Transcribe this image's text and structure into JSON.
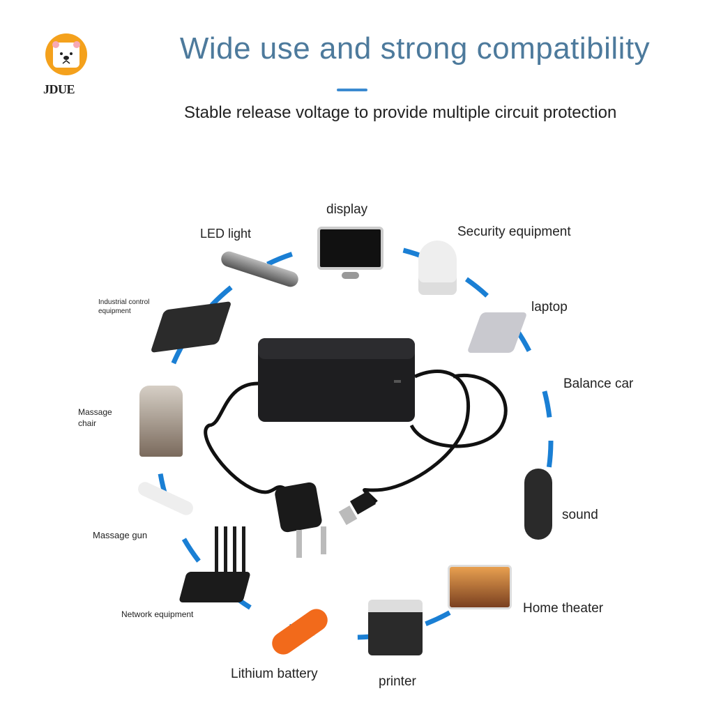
{
  "brand": {
    "name": "JDUE"
  },
  "header": {
    "title": "Wide use and strong compatibility",
    "subtitle": "Stable release voltage to provide multiple circuit protection"
  },
  "devices": {
    "display": "display",
    "security": "Security equipment",
    "laptop": "laptop",
    "balance_car": "Balance car",
    "sound": "sound",
    "home_theater": "Home theater",
    "printer": "printer",
    "lithium": "Lithium battery",
    "network": "Network equipment",
    "massage_gun": "Massage gun",
    "massage_chair_1": "Massage",
    "massage_chair_2": "chair",
    "industrial_1": "Industrial control",
    "industrial_2": "equipment",
    "led": "LED light"
  },
  "colors": {
    "accent": "#1a7fd4",
    "title": "#4d7a9c",
    "logo": "#f4a11c"
  }
}
